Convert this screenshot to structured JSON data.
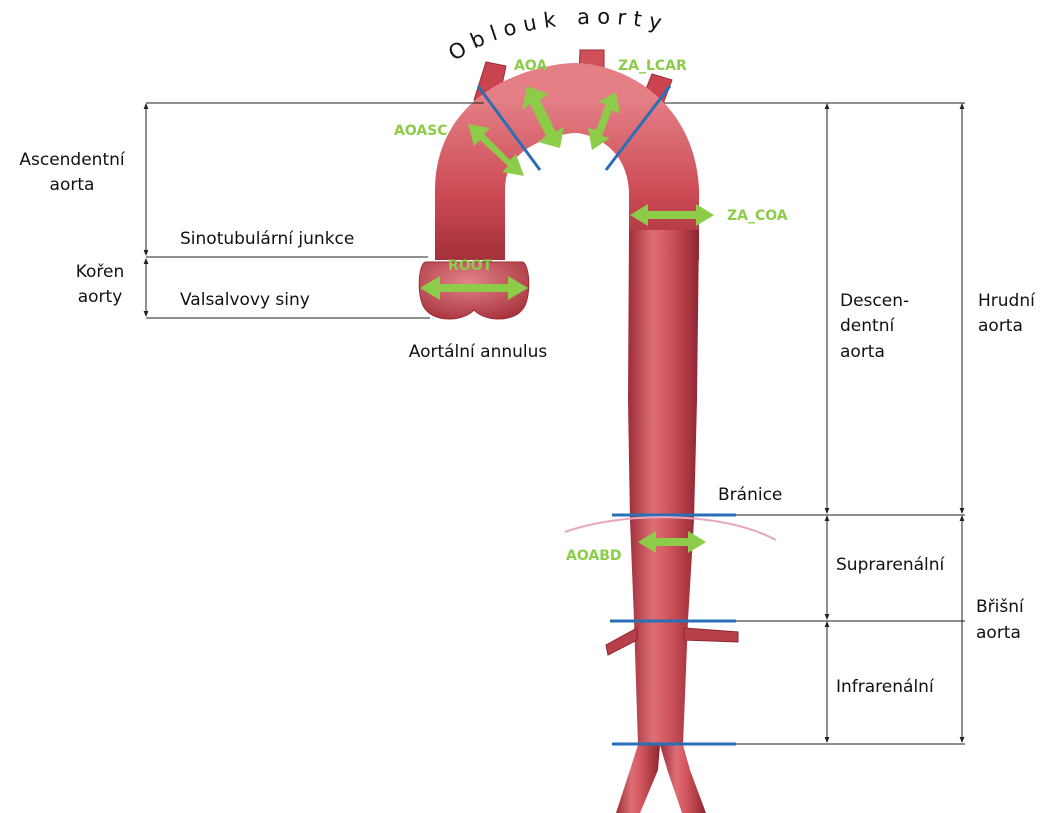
{
  "labels": {
    "arch_title": "Oblouk aorty",
    "ascending_l1": "Ascendentní",
    "ascending_l2": "aorta",
    "sinotubular": "Sinotubulární junkce",
    "root_l1": "Kořen",
    "root_l2": "aorty",
    "valsalva": "Valsalvovy siny",
    "annulus": "Aortální annulus",
    "descending_l1": "Descen-",
    "descending_l2": "dentní",
    "descending_l3": "aorta",
    "thoracic_l1": "Hrudní",
    "thoracic_l2": "aorta",
    "diaphragm": "Bránice",
    "suprarenal": "Suprarenální",
    "abdominal_l1": "Břišní",
    "abdominal_l2": "aorta",
    "infrarenal": "Infrarenální"
  },
  "measurements": {
    "aoa": "AOA",
    "za_lcar": "ZA_LCAR",
    "aoasc": "AOASC",
    "za_coa": "ZA_COA",
    "root": "ROOT",
    "aoabd": "AOABD"
  },
  "colors": {
    "aorta": "#c9444e",
    "aorta_light": "#e07b82",
    "aorta_dark": "#8f2530",
    "measure_arrow": "#8ccc48",
    "section_line": "#2a6fb5",
    "diaphragm_line": "#e8a7be"
  }
}
